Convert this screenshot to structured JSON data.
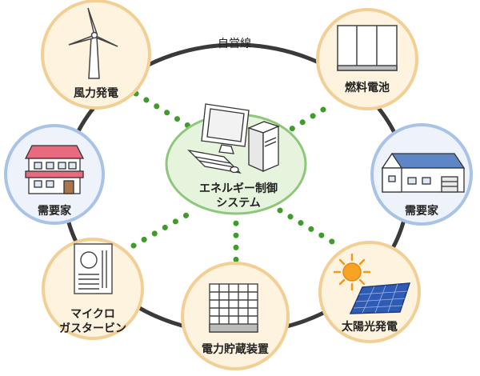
{
  "ring_label": "自営線",
  "center": {
    "line1": "エネルギー制御",
    "line2": "システム"
  },
  "nodes": {
    "wind": {
      "label": "風力発電"
    },
    "fuel_cell": {
      "label": "燃料電池"
    },
    "consumer_house": {
      "label": "需要家"
    },
    "consumer_building": {
      "label": "需要家"
    },
    "microturbine": {
      "line1": "マイクロ",
      "line2": "ガスタービン"
    },
    "storage": {
      "label": "電力貯蔵装置"
    },
    "solar": {
      "label": "太陽光発電"
    }
  },
  "colors": {
    "ring": "#3a3a3a",
    "link_dots": "#3f9c2a",
    "supply_fill": "#fdf3df",
    "supply_border": "#f2cf94",
    "consumer_fill": "#eef3fb",
    "consumer_border": "#a9c3e6",
    "center_fill": "#e6f4de",
    "center_border": "#8ec77b"
  }
}
